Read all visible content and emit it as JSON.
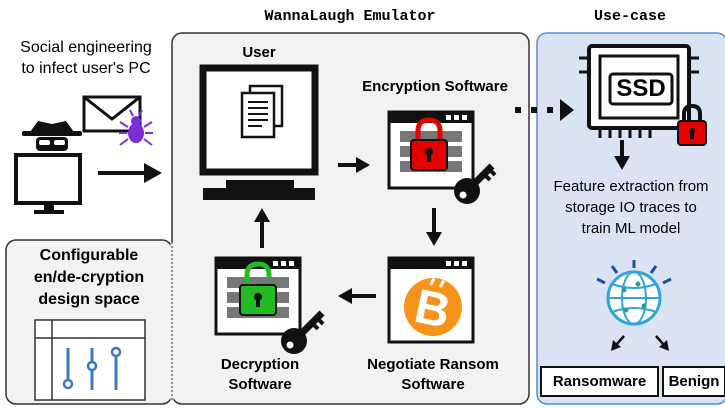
{
  "headers": {
    "emulator_title": "WannaLaugh Emulator",
    "usecase_title": "Use-case"
  },
  "attacker": {
    "caption_line1": "Social engineering",
    "caption_line2": "to infect user's PC"
  },
  "config": {
    "line1": "Configurable",
    "line2": "en/de-cryption",
    "line3": "design space"
  },
  "emulator": {
    "user_label": "User",
    "encryption_label": "Encryption Software",
    "ransom_line1": "Negotiate Ransom",
    "ransom_line2": "Software",
    "decryption_line1": "Decryption",
    "decryption_line2": "Software"
  },
  "usecase": {
    "ssd_label": "SSD",
    "feature_line1": "Feature extraction from",
    "feature_line2": "storage IO traces to",
    "feature_line3": "train ML model",
    "class_ransomware": "Ransomware",
    "class_benign": "Benign"
  },
  "colors": {
    "emulator_bg": "#f2f2f2",
    "usecase_bg": "#dae3f3",
    "usecase_border": "#5b8bd6",
    "lock_red": "#e20000",
    "lock_green": "#22bb22",
    "bitcoin_orange": "#f7931a",
    "bug_purple": "#7b2fd9"
  }
}
